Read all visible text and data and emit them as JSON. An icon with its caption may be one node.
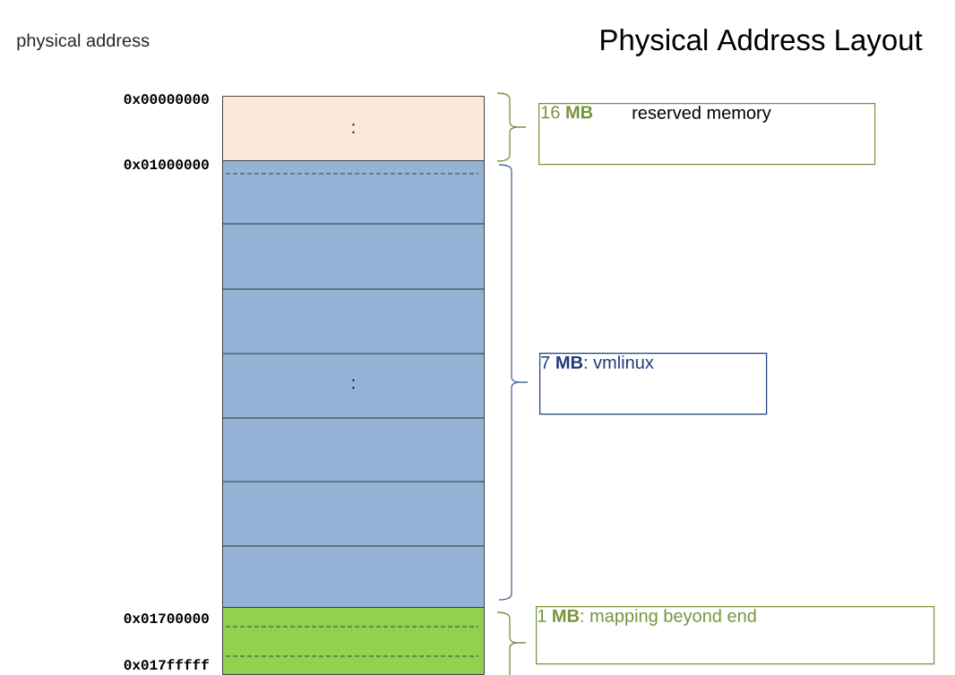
{
  "diagram": {
    "title": "Physical Address Layout",
    "nodes": [
      {
        "text": [
          ":"
        ]
      },
      {
        "text": [
          ":"
        ]
      },
      {
        "text": [],
        "shape": "box"
      },
      {
        "text": [
          "16 **MB**",
          "reserved memory"
        ]
      },
      {
        "text": [
          "7 **MB**: vmlinux"
        ]
      },
      {
        "text": [
          "1 **MB**: mapping beyond end"
        ]
      }
    ],
    "labels": [
      "physical address",
      "0x00000000",
      "0x01000000",
      "0x01700000",
      "0x017fffff"
    ]
  }
}
